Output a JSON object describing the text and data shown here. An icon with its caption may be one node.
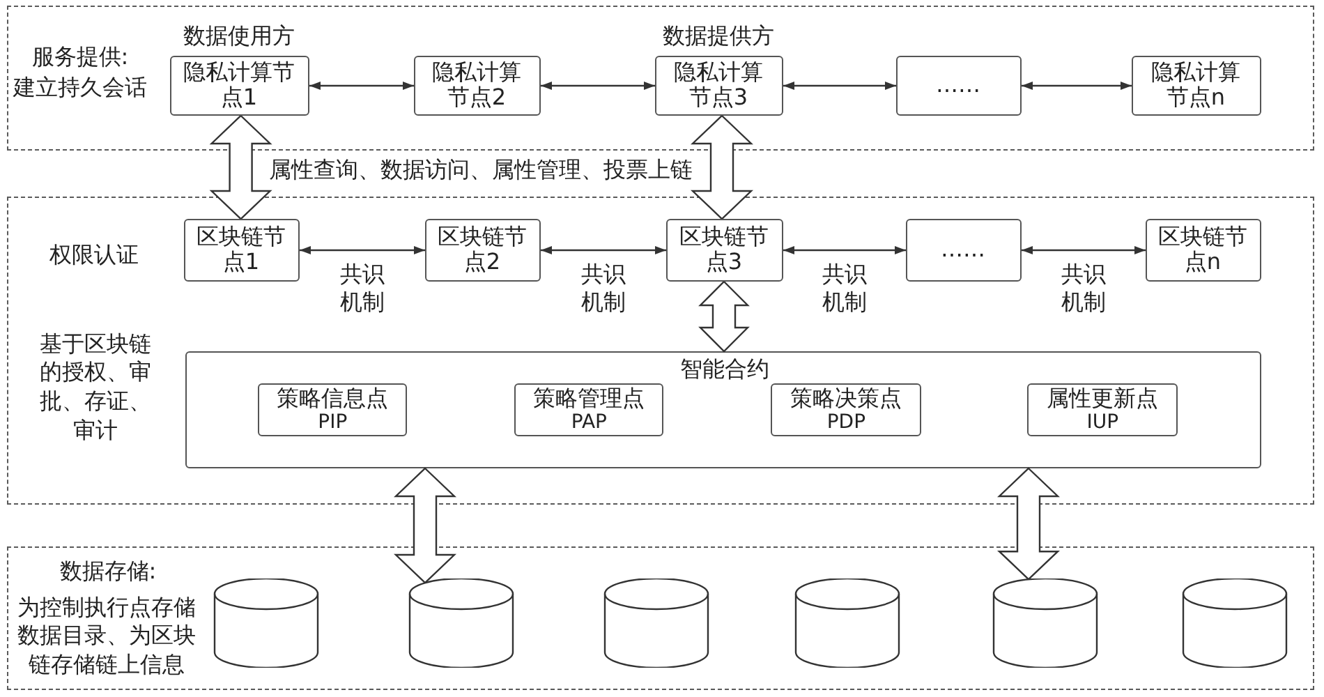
{
  "diagram": {
    "nodes": [
      {
        "text": [
          "服务提供:",
          "建立持久会话"
        ]
      },
      {
        "text": [
          "隐私计算节点1"
        ],
        "in": 0,
        "beside": [
          "数据使用方"
        ]
      },
      {
        "text": [
          "隐私计算节点2"
        ],
        "in": 0
      },
      {
        "text": [
          "隐私计算节点3"
        ],
        "in": 0,
        "beside": [
          "数据提供方"
        ]
      },
      {
        "text": [
          "……"
        ],
        "in": 0
      },
      {
        "text": [
          "隐私计算节点n"
        ],
        "in": 0
      },
      {
        "text": [
          "权限认证",
          "基于区块链的授权、审批、存证、审计"
        ]
      },
      {
        "text": [
          "区块链节点1"
        ],
        "in": 6
      },
      {
        "text": [
          "区块链节点2"
        ],
        "in": 6
      },
      {
        "text": [
          "区块链节点3"
        ],
        "in": 6
      },
      {
        "text": [
          "……"
        ],
        "in": 6
      },
      {
        "text": [
          "区块链节点n"
        ],
        "in": 6
      },
      {
        "text": [
          "智能合约"
        ],
        "in": 6
      },
      {
        "text": [
          "策略信息点",
          "PIP"
        ],
        "in": 12
      },
      {
        "text": [
          "策略管理点",
          "PAP"
        ],
        "in": 12
      },
      {
        "text": [
          "策略决策点",
          "PDP"
        ],
        "in": 12
      },
      {
        "text": [
          "属性更新点",
          "IUP"
        ],
        "in": 12
      },
      {
        "text": [
          "数据存储:",
          "为控制执行点存储数据目录、为区块链存储链上信息"
        ]
      },
      {
        "text": [],
        "shape": "cylinder",
        "in": 17
      },
      {
        "text": [],
        "shape": "cylinder",
        "in": 17
      },
      {
        "text": [],
        "shape": "cylinder",
        "in": 17
      },
      {
        "text": [],
        "shape": "cylinder",
        "in": 17
      },
      {
        "text": [],
        "shape": "cylinder",
        "in": 17
      },
      {
        "text": [],
        "shape": "cylinder",
        "in": 17
      }
    ],
    "edges": [
      {
        "from": 1,
        "to": 2,
        "arrow": "both"
      },
      {
        "from": 2,
        "to": 3,
        "arrow": "both"
      },
      {
        "from": 3,
        "to": 4,
        "arrow": "both"
      },
      {
        "from": 4,
        "to": 5,
        "arrow": "both"
      },
      {
        "from": 7,
        "to": 8,
        "arrow": "both",
        "label": "共识机制"
      },
      {
        "from": 8,
        "to": 9,
        "arrow": "both",
        "label": "共识机制"
      },
      {
        "from": 9,
        "to": 10,
        "arrow": "both",
        "label": "共识机制"
      },
      {
        "from": 10,
        "to": 11,
        "arrow": "both",
        "label": "共识机制"
      },
      {
        "from": 1,
        "to": 7,
        "arrow": "both",
        "style": "thick"
      },
      {
        "from": 3,
        "to": 9,
        "arrow": "both",
        "style": "thick"
      },
      {
        "from": 9,
        "to": 12,
        "arrow": "both",
        "style": "thick"
      },
      {
        "from": 12,
        "to": 19,
        "arrow": "both",
        "style": "thick"
      },
      {
        "from": 12,
        "to": 22,
        "arrow": "both",
        "style": "thick"
      }
    ],
    "labels": [
      "属性查询、数据访问、属性管理、投票上链"
    ]
  }
}
